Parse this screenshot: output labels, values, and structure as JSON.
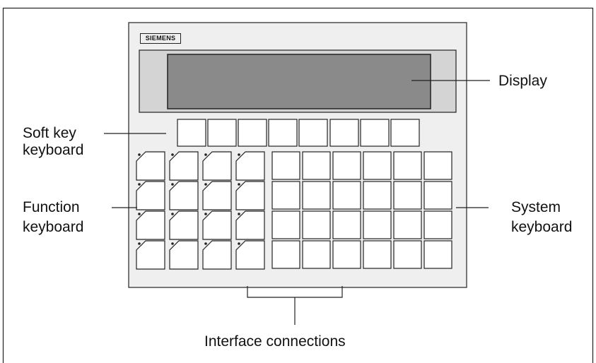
{
  "device": {
    "brand": "SIEMENS"
  },
  "labels": {
    "display": "Display",
    "soft_key_line1": "Soft key",
    "soft_key_line2": "keyboard",
    "function_line1": "Function",
    "function_line2": "keyboard",
    "system_line1": "System",
    "system_line2": "keyboard",
    "interface": "Interface connections"
  },
  "keyboards": {
    "soft_keys": 8,
    "function_keys": {
      "rows": 4,
      "cols": 4
    },
    "system_keys": {
      "rows": 4,
      "cols": 6
    }
  },
  "colors": {
    "panel": "#efefef",
    "screen": "#8a8a8a",
    "screen_bezel": "#d4d4d4",
    "key": "#ffffff",
    "outline": "#222222"
  }
}
